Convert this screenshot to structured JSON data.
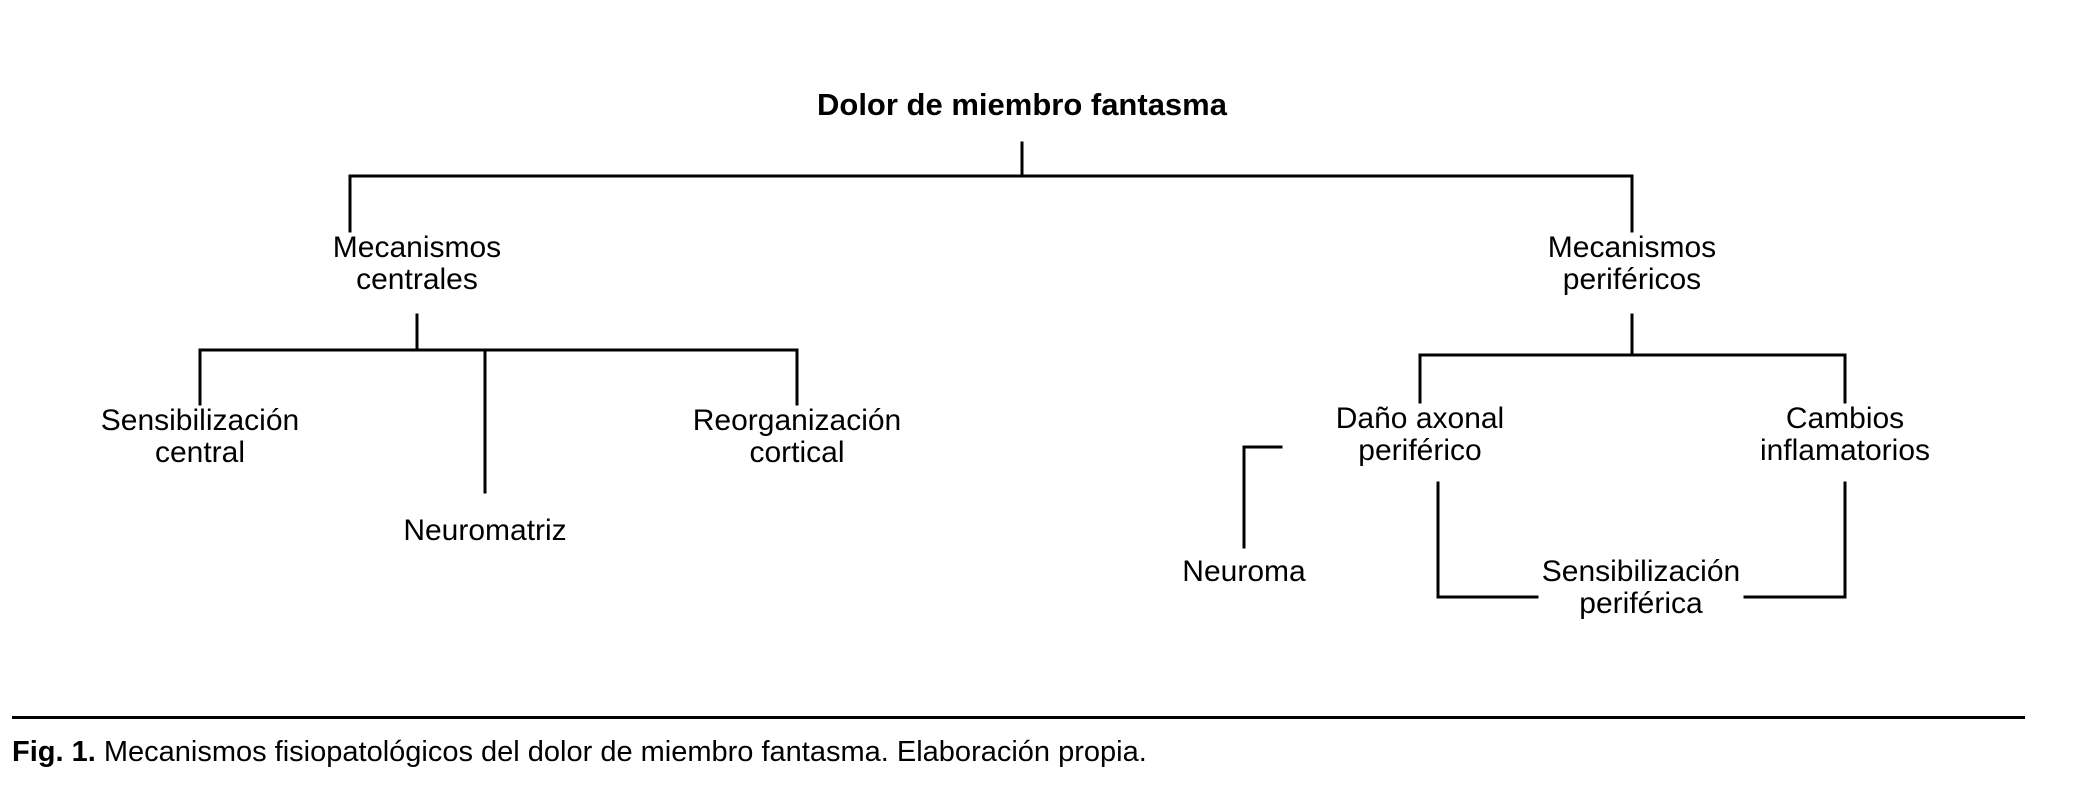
{
  "figure": {
    "title": "Dolor de miembro fantasma",
    "caption_label": "Fig. 1.",
    "caption_text": " Mecanismos fisiopatológicos del dolor de miembro fantasma. Elaboración propia.",
    "line_color": "#000000",
    "text_color": "#000000",
    "background": "#ffffff"
  },
  "diagram": {
    "type": "tree",
    "root": "Dolor de miembro fantasma",
    "nodes": {
      "root": "Dolor de miembro fantasma",
      "central": "Mecanismos\ncentrales",
      "peripheral": "Mecanismos\nperiféricos",
      "sensibilizacion_central": "Sensibilización\ncentral",
      "neuromatriz": "Neuromatriz",
      "reorganizacion_cortical": "Reorganización\ncortical",
      "dano_axonal": "Daño axonal\nperiférico",
      "cambios_inflamatorios": "Cambios\ninflamatorios",
      "neuroma": "Neuroma",
      "sensibilizacion_periferica": "Sensibilización\nperiférica"
    },
    "edges": [
      {
        "from": "root",
        "to": "central"
      },
      {
        "from": "root",
        "to": "peripheral"
      },
      {
        "from": "central",
        "to": "sensibilizacion_central"
      },
      {
        "from": "central",
        "to": "neuromatriz"
      },
      {
        "from": "central",
        "to": "reorganizacion_cortical"
      },
      {
        "from": "peripheral",
        "to": "dano_axonal"
      },
      {
        "from": "peripheral",
        "to": "cambios_inflamatorios"
      },
      {
        "from": "dano_axonal",
        "to": "neuroma"
      },
      {
        "from": "dano_axonal",
        "to": "sensibilizacion_periferica"
      },
      {
        "from": "cambios_inflamatorios",
        "to": "sensibilizacion_periferica"
      }
    ]
  }
}
